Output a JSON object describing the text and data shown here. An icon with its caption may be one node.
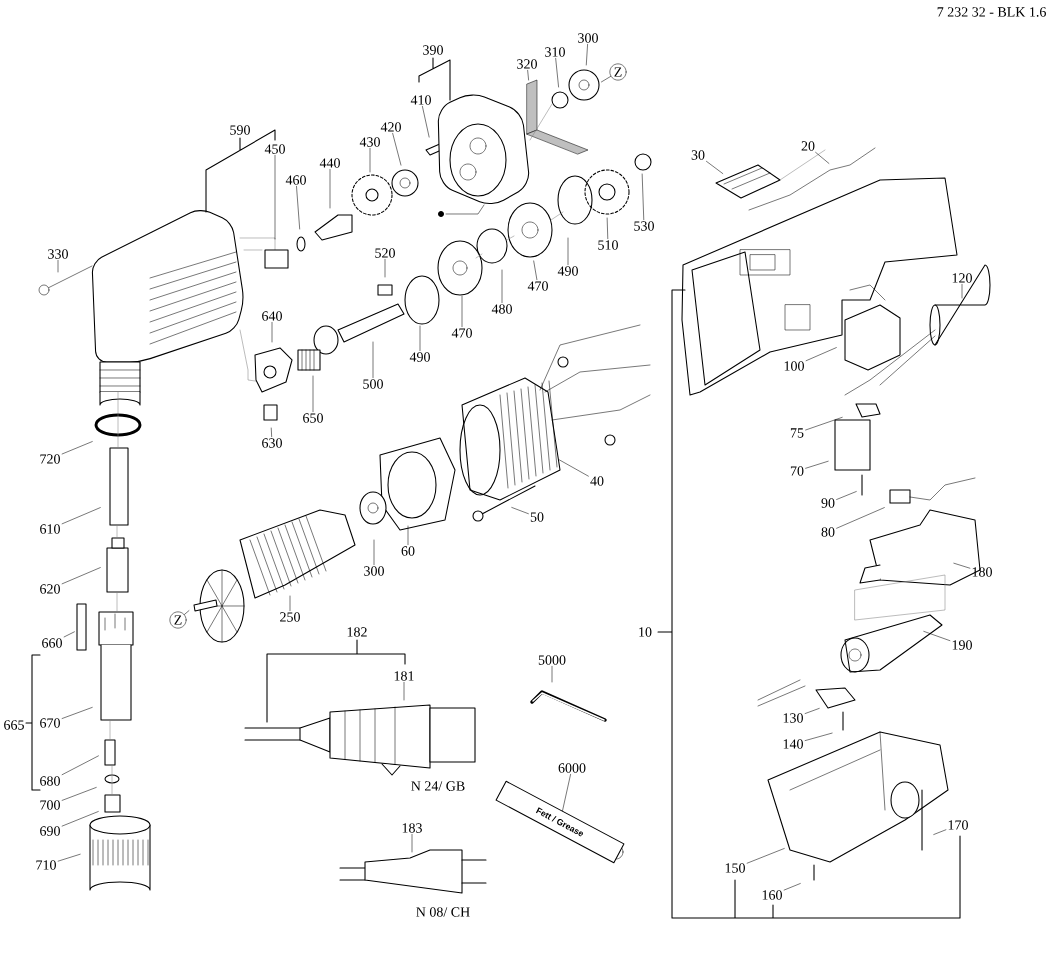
{
  "diagram": {
    "nodes": [
      {
        "text": [
          "300"
        ]
      },
      {
        "text": [
          "310"
        ]
      },
      {
        "text": [
          "320"
        ]
      },
      {
        "text": [
          "410"
        ]
      },
      {
        "text": [
          "420"
        ]
      },
      {
        "text": [
          "430"
        ]
      },
      {
        "text": [
          "450"
        ]
      },
      {
        "text": [
          "30"
        ]
      },
      {
        "text": [
          "20"
        ]
      },
      {
        "text": [
          "440"
        ]
      },
      {
        "text": [
          "460"
        ]
      },
      {
        "text": [
          "530"
        ]
      },
      {
        "text": [
          "510"
        ]
      },
      {
        "text": [
          "520"
        ]
      },
      {
        "text": [
          "470"
        ]
      },
      {
        "text": [
          "490"
        ]
      },
      {
        "text": [
          "330"
        ]
      },
      {
        "text": [
          "120"
        ]
      },
      {
        "text": [
          "480"
        ]
      },
      {
        "text": [
          "640"
        ]
      },
      {
        "text": [
          "470"
        ]
      },
      {
        "text": [
          "100"
        ]
      },
      {
        "text": [
          "500"
        ]
      },
      {
        "text": [
          "490"
        ]
      },
      {
        "text": [
          "650"
        ]
      },
      {
        "text": [
          "630"
        ]
      },
      {
        "text": [
          "75"
        ]
      },
      {
        "text": [
          "720"
        ]
      },
      {
        "text": [
          "70"
        ]
      },
      {
        "text": [
          "40"
        ]
      },
      {
        "text": [
          "90"
        ]
      },
      {
        "text": [
          "610"
        ]
      },
      {
        "text": [
          "50"
        ]
      },
      {
        "text": [
          "80"
        ]
      },
      {
        "text": [
          "60"
        ]
      },
      {
        "text": [
          "300"
        ]
      },
      {
        "text": [
          "180"
        ]
      },
      {
        "text": [
          "620"
        ]
      },
      {
        "text": [
          "250"
        ]
      },
      {
        "text": [
          "660"
        ]
      },
      {
        "text": [
          "190"
        ]
      },
      {
        "text": [
          "181"
        ]
      },
      {
        "text": [
          "5000"
        ]
      },
      {
        "text": [
          "130"
        ]
      },
      {
        "text": [
          "670"
        ]
      },
      {
        "text": [
          "140"
        ]
      },
      {
        "text": [
          "6000"
        ]
      },
      {
        "text": [
          "680"
        ]
      },
      {
        "text": [
          "700"
        ]
      },
      {
        "text": [
          "170"
        ]
      },
      {
        "text": [
          "690"
        ]
      },
      {
        "text": [
          "183"
        ]
      },
      {
        "text": [
          "710"
        ]
      },
      {
        "text": [
          "150"
        ]
      },
      {
        "text": [
          "160"
        ]
      },
      {
        "text": [
          "Fett / Grease"
        ]
      },
      {
        "text": [
          "Z"
        ]
      },
      {
        "text": [
          "Z"
        ]
      }
    ],
    "edges": [
      {
        "from": 0,
        "to": null,
        "arrow": "none"
      },
      {
        "from": 1,
        "to": null,
        "arrow": "none"
      },
      {
        "from": 2,
        "to": null,
        "arrow": "none"
      },
      {
        "from": 3,
        "to": null,
        "arrow": "none"
      },
      {
        "from": 4,
        "to": null,
        "arrow": "none"
      },
      {
        "from": 5,
        "to": null,
        "arrow": "none"
      },
      {
        "from": 6,
        "to": null,
        "arrow": "none"
      },
      {
        "from": 7,
        "to": null,
        "arrow": "none"
      },
      {
        "from": 8,
        "to": null,
        "arrow": "none"
      },
      {
        "from": 9,
        "to": null,
        "arrow": "none"
      },
      {
        "from": 10,
        "to": null,
        "arrow": "none"
      },
      {
        "from": 11,
        "to": null,
        "arrow": "none"
      },
      {
        "from": 12,
        "to": null,
        "arrow": "none"
      },
      {
        "from": 13,
        "to": null,
        "arrow": "none"
      },
      {
        "from": 14,
        "to": null,
        "arrow": "none"
      },
      {
        "from": 15,
        "to": null,
        "arrow": "none"
      },
      {
        "from": 16,
        "to": null,
        "arrow": "none"
      },
      {
        "from": 17,
        "to": null,
        "arrow": "none"
      },
      {
        "from": 18,
        "to": null,
        "arrow": "none"
      },
      {
        "from": 19,
        "to": null,
        "arrow": "none"
      },
      {
        "from": 20,
        "to": null,
        "arrow": "none"
      },
      {
        "from": 21,
        "to": null,
        "arrow": "none"
      },
      {
        "from": 22,
        "to": null,
        "arrow": "none"
      },
      {
        "from": 23,
        "to": null,
        "arrow": "none"
      },
      {
        "from": 24,
        "to": null,
        "arrow": "none"
      },
      {
        "from": 25,
        "to": null,
        "arrow": "none"
      },
      {
        "from": 26,
        "to": null,
        "arrow": "none"
      },
      {
        "from": 27,
        "to": null,
        "arrow": "none"
      },
      {
        "from": 28,
        "to": null,
        "arrow": "none"
      },
      {
        "from": 29,
        "to": null,
        "arrow": "none"
      },
      {
        "from": 30,
        "to": null,
        "arrow": "none"
      },
      {
        "from": 31,
        "to": null,
        "arrow": "none"
      },
      {
        "from": 32,
        "to": null,
        "arrow": "none"
      },
      {
        "from": 33,
        "to": null,
        "arrow": "none"
      },
      {
        "from": 34,
        "to": null,
        "arrow": "none"
      },
      {
        "from": 35,
        "to": null,
        "arrow": "none"
      },
      {
        "from": 36,
        "to": null,
        "arrow": "none"
      },
      {
        "from": 37,
        "to": null,
        "arrow": "none"
      },
      {
        "from": 38,
        "to": null,
        "arrow": "none"
      },
      {
        "from": 39,
        "to": null,
        "arrow": "none"
      },
      {
        "from": 40,
        "to": null,
        "arrow": "none"
      },
      {
        "from": 41,
        "to": null,
        "arrow": "none"
      },
      {
        "from": 42,
        "to": null,
        "arrow": "none"
      },
      {
        "from": 43,
        "to": null,
        "arrow": "none"
      },
      {
        "from": 44,
        "to": null,
        "arrow": "none"
      },
      {
        "from": 45,
        "to": null,
        "arrow": "none"
      },
      {
        "from": 46,
        "to": 55,
        "arrow": "none"
      },
      {
        "from": 47,
        "to": null,
        "arrow": "none"
      },
      {
        "from": 48,
        "to": null,
        "arrow": "none"
      },
      {
        "from": 49,
        "to": null,
        "arrow": "none"
      },
      {
        "from": 50,
        "to": null,
        "arrow": "none"
      },
      {
        "from": 51,
        "to": null,
        "arrow": "none"
      },
      {
        "from": 52,
        "to": null,
        "arrow": "none"
      },
      {
        "from": 53,
        "to": null,
        "arrow": "none"
      },
      {
        "from": 54,
        "to": null,
        "arrow": "none"
      },
      {
        "from": 56,
        "to": null,
        "arrow": "none"
      },
      {
        "from": 57,
        "to": null,
        "arrow": "none"
      }
    ],
    "labels": [
      "7 232 32 - BLK 1.6",
      "390",
      "590",
      "10",
      "182",
      "665",
      "N 24/ GB",
      "N 08/ CH"
    ]
  }
}
